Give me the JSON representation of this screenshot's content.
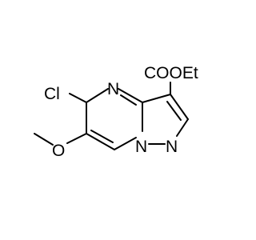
{
  "structure": {
    "labels": {
      "ester": "COOEt",
      "chloro": "Cl",
      "ring_n_top": "N",
      "ring_n_bridge": "N",
      "ring_n_pyrazole": "N",
      "oxygen": "O"
    },
    "colors": {
      "line": "#000000",
      "background": "#ffffff"
    }
  }
}
